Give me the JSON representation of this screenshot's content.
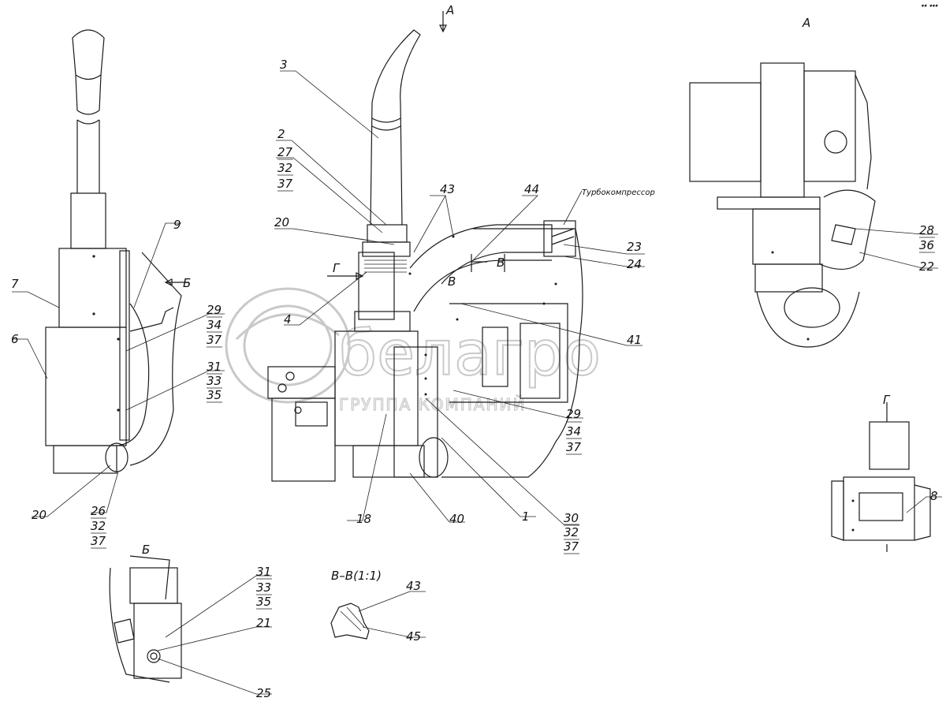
{
  "view_labels": {
    "a_arrow": "А",
    "a_view": "А",
    "b_arrow": "Б",
    "b_view": "Б",
    "g_arrow": "Г",
    "g_view": "Г",
    "v_left": "В",
    "v_right": "В",
    "section": "В–В(1:1)"
  },
  "annotation": {
    "turbo": "Турбокомпрессор"
  },
  "watermark": {
    "brand": "белагро",
    "sub": "ГРУППА КОМПАНИЙ"
  },
  "corner_mark": "⬩⬩ ⬩⬩⬩",
  "callouts": {
    "c3": "3",
    "c2": "2",
    "c27": "27",
    "c32a": "32",
    "c37a": "37",
    "c20a": "20",
    "c43": "43",
    "c44": "44",
    "c23": "23",
    "c24": "24",
    "c4": "4",
    "c41": "41",
    "c9": "9",
    "c7": "7",
    "c6": "6",
    "c29a": "29",
    "c34a": "34",
    "c37b": "37",
    "c31a": "31",
    "c33a": "33",
    "c35a": "35",
    "c29b": "29",
    "c34b": "34",
    "c37c": "37",
    "c20b": "20",
    "c26": "26",
    "c32b": "32",
    "c37d": "37",
    "c18": "18",
    "c40": "40",
    "c1": "1",
    "c30": "30",
    "c32c": "32",
    "c37e": "37",
    "c28": "28",
    "c36": "36",
    "c22": "22",
    "c8": "8",
    "c31b": "31",
    "c33b": "33",
    "c35b": "35",
    "c21": "21",
    "c25": "25",
    "c43b": "43",
    "c45": "45"
  }
}
